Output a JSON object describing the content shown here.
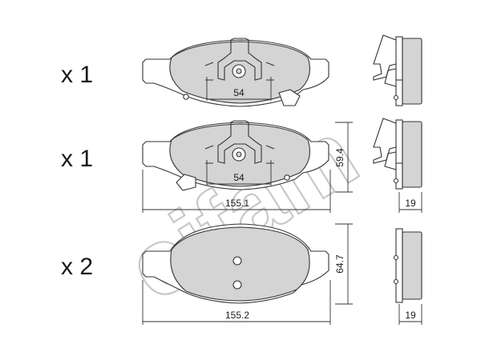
{
  "watermark": "cifam",
  "rows": [
    {
      "quantity": "x 1",
      "inner_dimension": "54"
    },
    {
      "quantity": "x 1",
      "inner_dimension": "54",
      "width": "155.1",
      "height": "59.4",
      "thickness": "19"
    },
    {
      "quantity": "x 2",
      "width": "155.2",
      "height": "64.7",
      "thickness": "19"
    }
  ],
  "colors": {
    "pad_fill": "#d4d4d4",
    "outline": "#333333",
    "text": "#1a1a1a"
  }
}
